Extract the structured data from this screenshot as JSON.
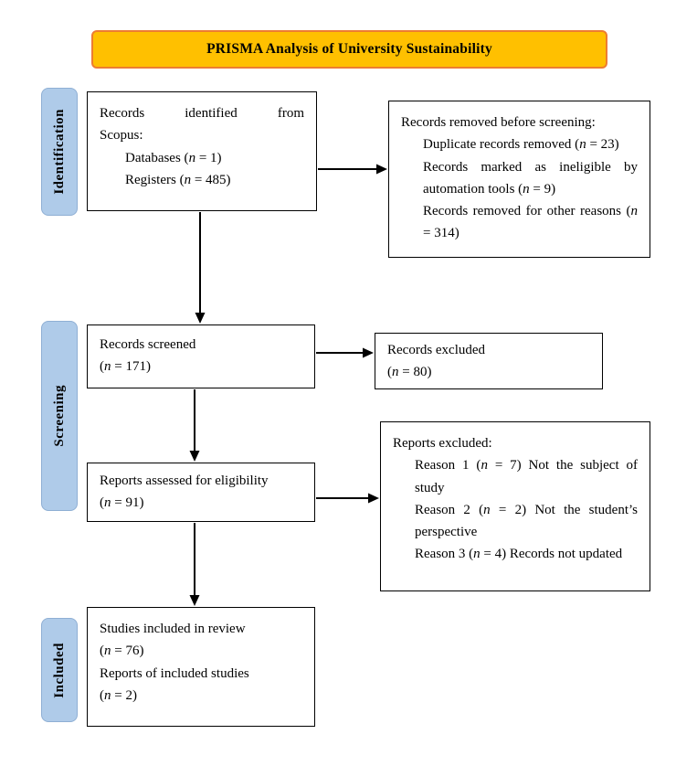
{
  "title": "PRISMA Analysis of University Sustainability",
  "stages": {
    "identification": "Identification",
    "screening": "Screening",
    "included": "Included"
  },
  "boxes": {
    "identified": {
      "line1": "Records identified from",
      "line2": "Scopus:",
      "line3": "Databases (n = 1)",
      "line4": "Registers (n = 485)"
    },
    "removed": {
      "line1": "Records removed before screening:",
      "line2": "Duplicate records removed (n = 23)",
      "line3": "Records marked as ineligible by automation tools (n = 9)",
      "line4": "Records removed for other reasons (n = 314)"
    },
    "screened": {
      "line1": "Records screened",
      "line2": "(n = 171)"
    },
    "excluded_records": {
      "line1": "Records excluded",
      "line2": "(n = 80)"
    },
    "assessed": {
      "line1": "Reports assessed for eligibility",
      "line2": "(n = 91)"
    },
    "excluded_reports": {
      "line1": "Reports excluded:",
      "line2": "Reason 1 (n = 7) Not the subject of study",
      "line3": "Reason 2 (n = 2) Not the student’s perspective",
      "line4": "Reason 3 (n = 4) Records not updated"
    },
    "included": {
      "line1": "Studies included in review",
      "line2": "(n = 76)",
      "line3": "Reports of included studies",
      "line4": "(n = 2)"
    }
  },
  "colors": {
    "title_fill": "#FFC000",
    "title_border": "#ED7D31",
    "stage_fill": "#AFCBE9",
    "stage_border": "#8FAFD4",
    "box_border": "#000000",
    "arrow": "#000000"
  }
}
